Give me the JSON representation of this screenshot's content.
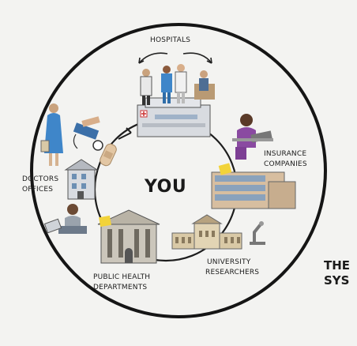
{
  "diagram": {
    "center_label": "YOU",
    "nodes": [
      {
        "id": "hospitals",
        "label": "HOSPITALS"
      },
      {
        "id": "insurance",
        "label": "INSURANCE COMPANIES"
      },
      {
        "id": "university",
        "label": "UNIVERSITY RESEARCHERS"
      },
      {
        "id": "public_health",
        "label": "PUBLIC HEALTH DEPARTMENTS"
      },
      {
        "id": "doctors",
        "label": "DOCTORS OFFICES"
      }
    ],
    "side_text_line1": "THE",
    "side_text_line2": "SYS"
  },
  "labels": {
    "hospitals": "HOSPITALS",
    "insurance_1": "INSURANCE",
    "insurance_2": "COMPANIES",
    "doctors_1": "DOCTORS",
    "doctors_2": "OFFICES",
    "university_1": "UNIVERSITY",
    "university_2": "RESEARCHERS",
    "public_1": "PUBLIC HEALTH",
    "public_2": "DEPARTMENTS"
  },
  "colors": {
    "ink": "#1a1a1a",
    "sticky_note": "#f2d33a",
    "scrub_blue": "#3f86c9",
    "building_beige": "#d9c9a6",
    "hospital_grey": "#d8dbe0"
  }
}
